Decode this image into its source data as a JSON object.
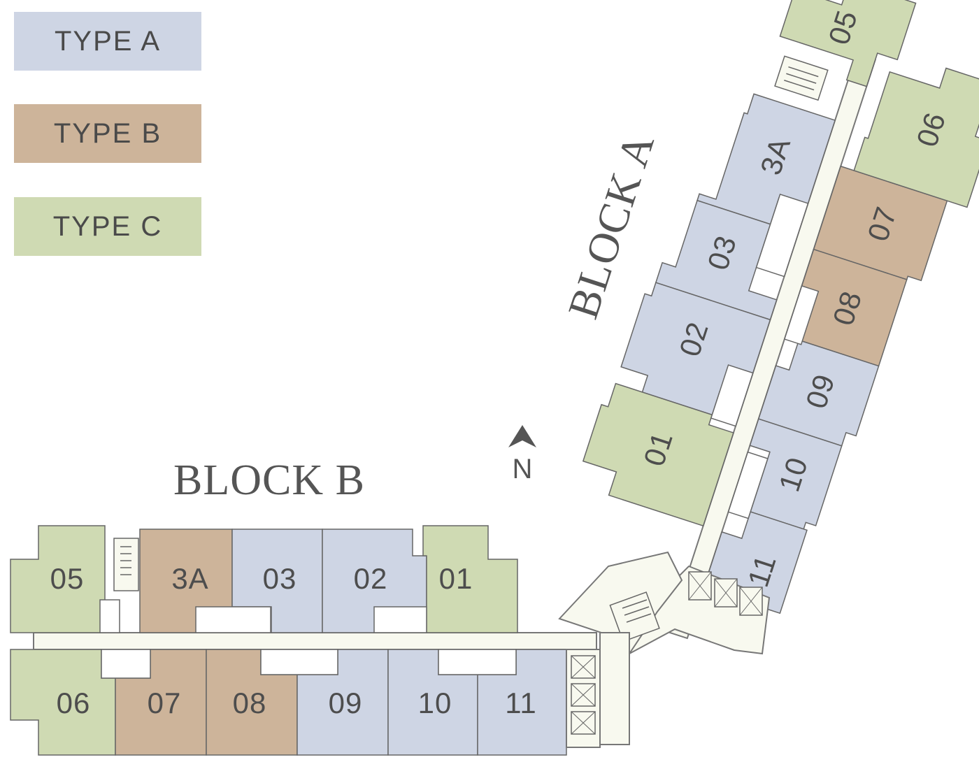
{
  "legend": [
    {
      "label": "TYPE A",
      "color": "#ced5e4"
    },
    {
      "label": "TYPE B",
      "color": "#cdb49a"
    },
    {
      "label": "TYPE C",
      "color": "#cfdab3"
    }
  ],
  "colors": {
    "corridor": "#f8f9ef",
    "wall": "#666666",
    "type_a": "#ced5e4",
    "type_b": "#cdb49a",
    "type_c": "#cfdab3"
  },
  "blocks": {
    "block_a": {
      "name": "BLOCK A",
      "units": [
        {
          "id": "05",
          "type": "C"
        },
        {
          "id": "06",
          "type": "C"
        },
        {
          "id": "3A",
          "type": "A"
        },
        {
          "id": "07",
          "type": "B"
        },
        {
          "id": "03",
          "type": "A"
        },
        {
          "id": "08",
          "type": "B"
        },
        {
          "id": "02",
          "type": "A"
        },
        {
          "id": "09",
          "type": "A"
        },
        {
          "id": "01",
          "type": "C"
        },
        {
          "id": "10",
          "type": "A"
        },
        {
          "id": "11",
          "type": "A"
        }
      ]
    },
    "block_b": {
      "name": "BLOCK B",
      "units": [
        {
          "id": "05",
          "type": "C"
        },
        {
          "id": "3A",
          "type": "B"
        },
        {
          "id": "03",
          "type": "A"
        },
        {
          "id": "02",
          "type": "A"
        },
        {
          "id": "01",
          "type": "C"
        },
        {
          "id": "06",
          "type": "C"
        },
        {
          "id": "07",
          "type": "B"
        },
        {
          "id": "08",
          "type": "B"
        },
        {
          "id": "09",
          "type": "A"
        },
        {
          "id": "10",
          "type": "A"
        },
        {
          "id": "11",
          "type": "A"
        }
      ]
    }
  },
  "compass": {
    "label": "N",
    "icon": "north-arrow-icon"
  }
}
